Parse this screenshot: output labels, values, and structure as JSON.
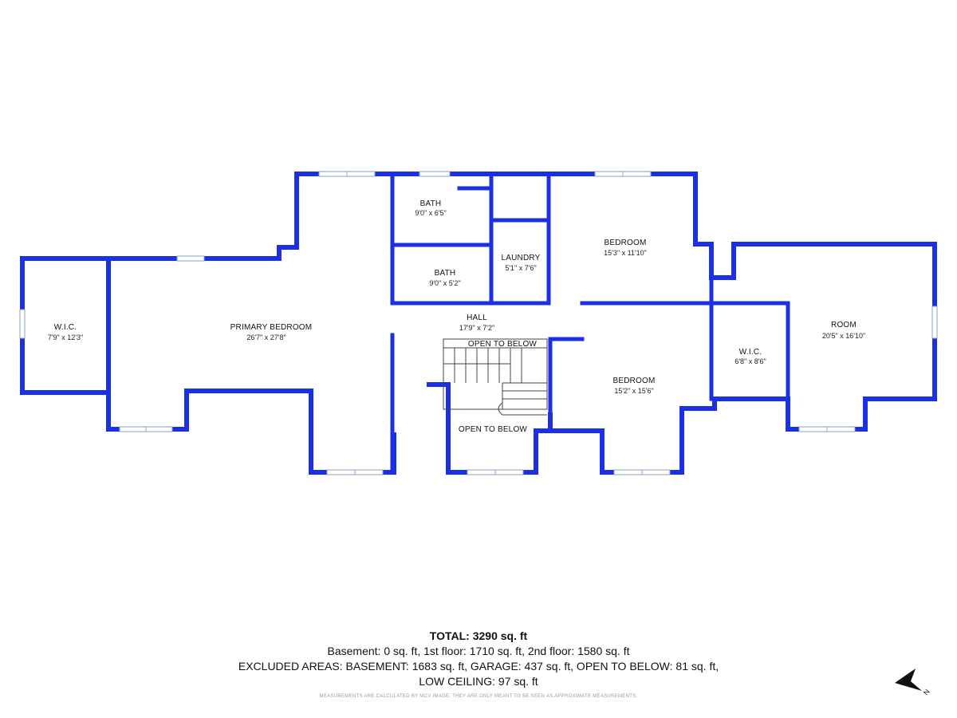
{
  "rooms": {
    "wic_left": {
      "name": "W.I.C.",
      "dims": "7'9\" x 12'3\""
    },
    "primary_bedroom": {
      "name": "PRIMARY BEDROOM",
      "dims": "26'7\" x 27'8\""
    },
    "bath_top": {
      "name": "BATH",
      "dims": "9'0\" x 6'5\""
    },
    "bath_mid": {
      "name": "BATH",
      "dims": "9'0\" x 5'2\""
    },
    "laundry": {
      "name": "LAUNDRY",
      "dims": "5'1\" x 7'6\""
    },
    "bedroom_top": {
      "name": "BEDROOM",
      "dims": "15'3\" x 11'10\""
    },
    "hall": {
      "name": "HALL",
      "dims": "17'9\" x 7'2\""
    },
    "open_to_below_stair": {
      "name": "OPEN TO BELOW"
    },
    "open_to_below_bottom": {
      "name": "OPEN TO BELOW"
    },
    "bedroom_bottom": {
      "name": "BEDROOM",
      "dims": "15'2\" x 15'6\""
    },
    "wic_right": {
      "name": "W.I.C.",
      "dims": "6'8\" x 8'6\""
    },
    "room": {
      "name": "ROOM",
      "dims": "20'5\" x 16'10\""
    }
  },
  "summary": {
    "total": "TOTAL: 3290 sq. ft",
    "floors": "Basement: 0 sq. ft, 1st floor: 1710 sq. ft, 2nd floor: 1580 sq. ft",
    "excluded": "EXCLUDED AREAS: BASEMENT: 1683 sq. ft, GARAGE: 437 sq. ft, OPEN TO BELOW: 81 sq. ft,",
    "low_ceiling": "LOW CEILING: 97 sq. ft"
  },
  "disclaimer": "MEASUREMENTS ARE CALCULATED BY MCV IMAGE. THEY ARE ONLY MEANT TO BE SEEN AS APPROXIMATE MEASUREMENTS.",
  "compass": {
    "icon": "north-arrow-icon",
    "label": "N"
  },
  "colors": {
    "wall": "#1a2fe6",
    "background": "#ffffff"
  }
}
